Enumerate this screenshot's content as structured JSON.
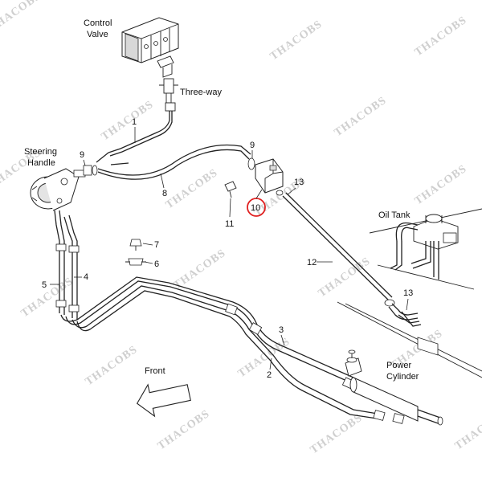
{
  "watermark": "THACOBS",
  "labels": {
    "control_valve_1": "Control",
    "control_valve_2": "Valve",
    "three_way": "Three-way",
    "steering_1": "Steering",
    "steering_2": "Handle",
    "oil_tank": "Oil Tank",
    "front": "Front",
    "power_1": "Power",
    "power_2": "Cylinder"
  },
  "callouts": {
    "n1": "1",
    "n2": "2",
    "n3": "3",
    "n4": "4",
    "n5": "5",
    "n6": "6",
    "n7": "7",
    "n8": "8",
    "n9a": "9",
    "n9b": "9",
    "n10": "10",
    "n11": "11",
    "n12": "12",
    "n13a": "13",
    "n13b": "13"
  },
  "highlight_color": "#e02020"
}
